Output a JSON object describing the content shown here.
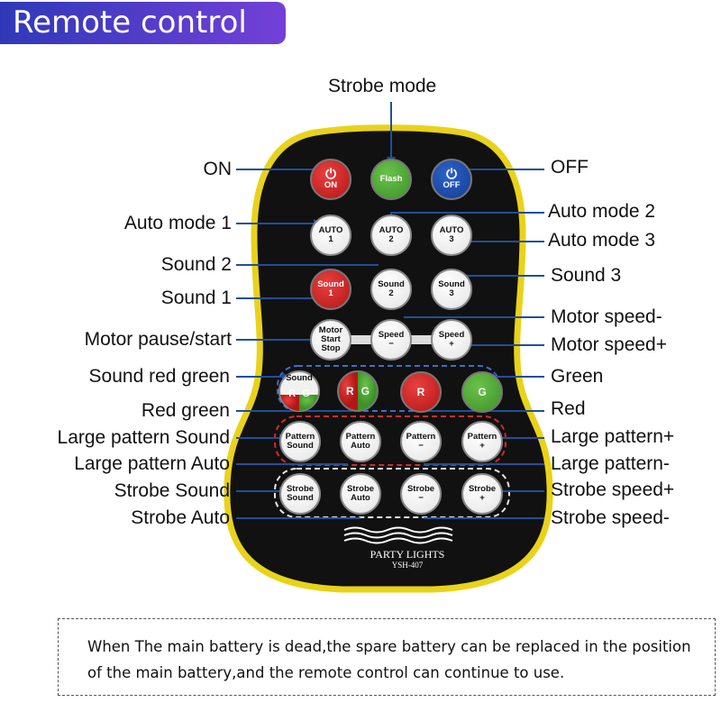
{
  "title": "Remote control",
  "labels": {
    "strobe_mode": "Strobe mode",
    "on": "ON",
    "off": "OFF",
    "auto_mode_1": "Auto mode 1",
    "auto_mode_2": "Auto mode 2",
    "auto_mode_3": "Auto mode 3",
    "sound_2": "Sound 2",
    "sound_3": "Sound 3",
    "sound_1": "Sound 1",
    "motor_speed_minus": "Motor speed-",
    "motor_pause_start": "Motor pause/start",
    "motor_speed_plus": "Motor speed+",
    "sound_red_green": "Sound red green",
    "green": "Green",
    "red_green": "Red green",
    "red": "Red",
    "large_pattern_sound": "Large pattern Sound",
    "large_pattern_plus": "Large pattern+",
    "large_pattern_auto": "Large pattern Auto",
    "large_pattern_minus": "Large pattern-",
    "strobe_sound": "Strobe Sound",
    "strobe_speed_plus": "Strobe speed+",
    "strobe_auto": "Strobe Auto",
    "strobe_speed_minus": "Strobe speed-"
  },
  "buttons": {
    "on": "ON",
    "flash": "Flash",
    "off": "OFF",
    "auto1_a": "AUTO",
    "auto1_b": "1",
    "auto2_a": "AUTO",
    "auto2_b": "2",
    "auto3_a": "AUTO",
    "auto3_b": "3",
    "sound1_a": "Sound",
    "sound1_b": "1",
    "sound2_a": "Sound",
    "sound2_b": "2",
    "sound3_a": "Sound",
    "sound3_b": "3",
    "motor_a": "Motor",
    "motor_b": "Start",
    "motor_c": "Stop",
    "speed_minus_a": "Speed",
    "speed_minus_b": "−",
    "speed_plus_a": "Speed",
    "speed_plus_b": "+",
    "sound_rg_a": "Sound",
    "sound_rg_r": "R",
    "sound_rg_g": "G",
    "rg_r": "R",
    "rg_g": "G",
    "r": "R",
    "g": "G",
    "pattern_sound_a": "Pattern",
    "pattern_sound_b": "Sound",
    "pattern_auto_a": "Pattern",
    "pattern_auto_b": "Auto",
    "pattern_minus_a": "Pattern",
    "pattern_minus_b": "−",
    "pattern_plus_a": "Pattern",
    "pattern_plus_b": "+",
    "strobe_sound_a": "Strobe",
    "strobe_sound_b": "Sound",
    "strobe_auto_a": "Strobe",
    "strobe_auto_b": "Auto",
    "strobe_minus_a": "Strobe",
    "strobe_minus_b": "−",
    "strobe_plus_a": "Strobe",
    "strobe_plus_b": "+"
  },
  "brand": "PARTY LIGHTS",
  "model": "YSH-407",
  "note": "When The main battery is dead,the spare battery can be replaced in the position of the main battery,and the remote control can continue to use.",
  "colors": {
    "title_bg_start": "#2f39b8",
    "title_bg_end": "#7340d8",
    "remote_body": "#111111",
    "remote_border": "#f2d21a",
    "pointer_line": "#1f4f9a",
    "red_group_border": "#d12a2a"
  }
}
